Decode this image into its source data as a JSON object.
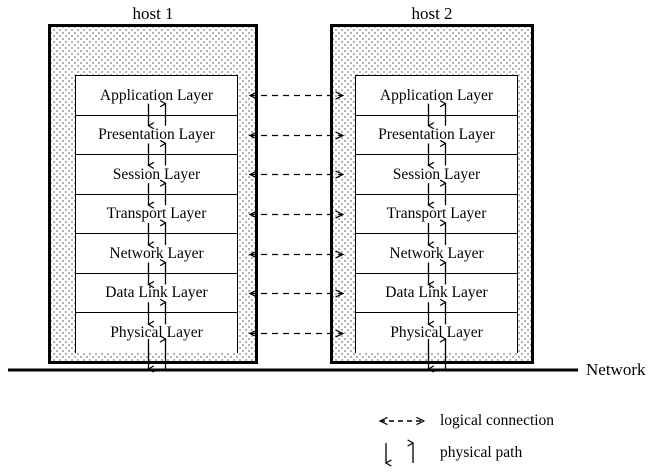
{
  "diagram": {
    "title_hosts": [
      "host 1",
      "host 2"
    ],
    "layers": [
      "Application Layer",
      "Presentation Layer",
      "Session Layer",
      "Transport Layer",
      "Network Layer",
      "Data Link Layer",
      "Physical Layer"
    ],
    "network_label": "Network",
    "legend": [
      {
        "glyph": "dashed-double-arrow-icon",
        "label": "logical connection"
      },
      {
        "glyph": "down-up-arrow-icon",
        "label": "physical path"
      }
    ],
    "colors": {
      "stroke": "#000000",
      "host_fill": "#ffffff",
      "stipple_dot": "#000000",
      "layer_fill": "#ffffff",
      "background": "#ffffff"
    }
  }
}
